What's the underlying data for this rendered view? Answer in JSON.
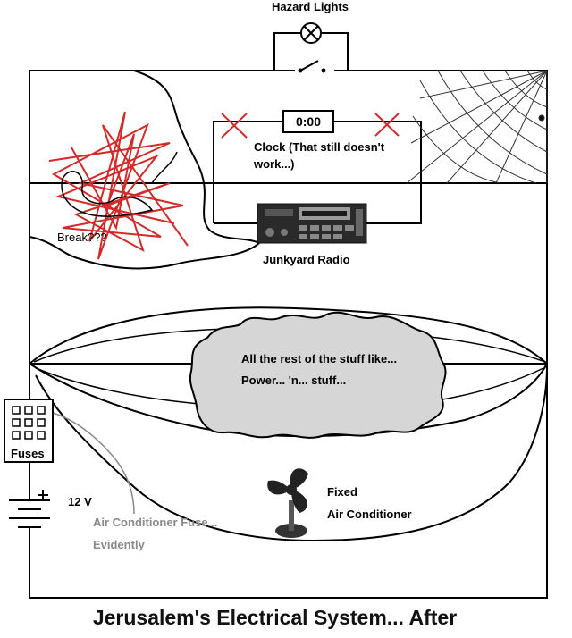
{
  "labels": {
    "hazard": "Hazard Lights",
    "clock_display": "0:00",
    "clock_line1": "Clock (That still doesn't",
    "clock_line2": "work...)",
    "break_label": "Break???",
    "radio": "Junkyard Radio",
    "cloud_line1": "All the rest of the stuff like...",
    "cloud_line2": "Power... 'n... stuff...",
    "fuses": "Fuses",
    "battery": "12 V",
    "ac_fuse_line1": "Air Conditioner Fuse...",
    "ac_fuse_line2": "Evidently",
    "fixed_line1": "Fixed",
    "fixed_line2": "Air Conditioner",
    "caption": "Jerusalem's Electrical System... After"
  },
  "colors": {
    "wire": "#000000",
    "scribble": "#d42a2a",
    "cloud_fill": "#d6d6d6",
    "annotation_grey": "#8a8a8a"
  },
  "icons": [
    "lamp-icon",
    "switch-icon",
    "spiderweb-icon",
    "radio-icon",
    "fan-icon",
    "battery-icon",
    "fuse-box-icon"
  ]
}
